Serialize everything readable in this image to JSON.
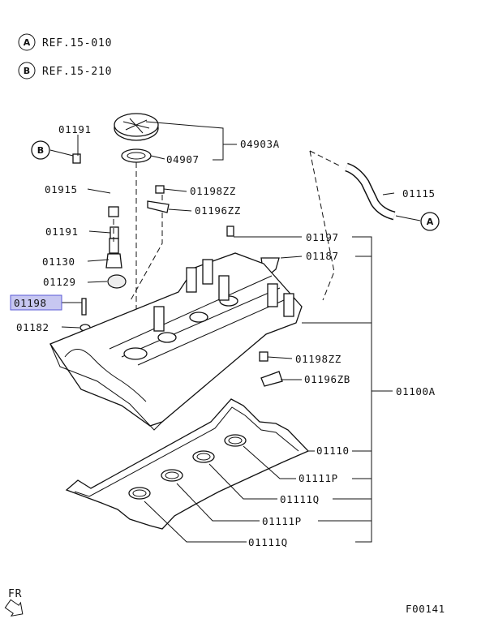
{
  "references": [
    {
      "key": "A",
      "text": "REF.15-010"
    },
    {
      "key": "B",
      "text": "REF.15-210"
    }
  ],
  "parts": {
    "p04903A": "04903A",
    "p04907": "04907",
    "p01191_top": "01191",
    "p01915": "01915",
    "p01191": "01191",
    "p01130": "01130",
    "p01129": "01129",
    "p01198": "01198",
    "p01182": "01182",
    "p01198ZZ_top": "01198ZZ",
    "p01196ZZ": "01196ZZ",
    "p01115": "01115",
    "p01197": "01197",
    "p01187": "01187",
    "p01198ZZ": "01198ZZ",
    "p01196ZB": "01196ZB",
    "p01100A": "01100A",
    "p01110": "01110",
    "p01111P_1": "01111P",
    "p01111Q_1": "01111Q",
    "p01111P_2": "01111P",
    "p01111Q_2": "01111Q"
  },
  "callouts": {
    "a": "A",
    "b": "B"
  },
  "direction_label": "FR",
  "figure_code": "F00141",
  "highlight_color": "#c7c7f1"
}
